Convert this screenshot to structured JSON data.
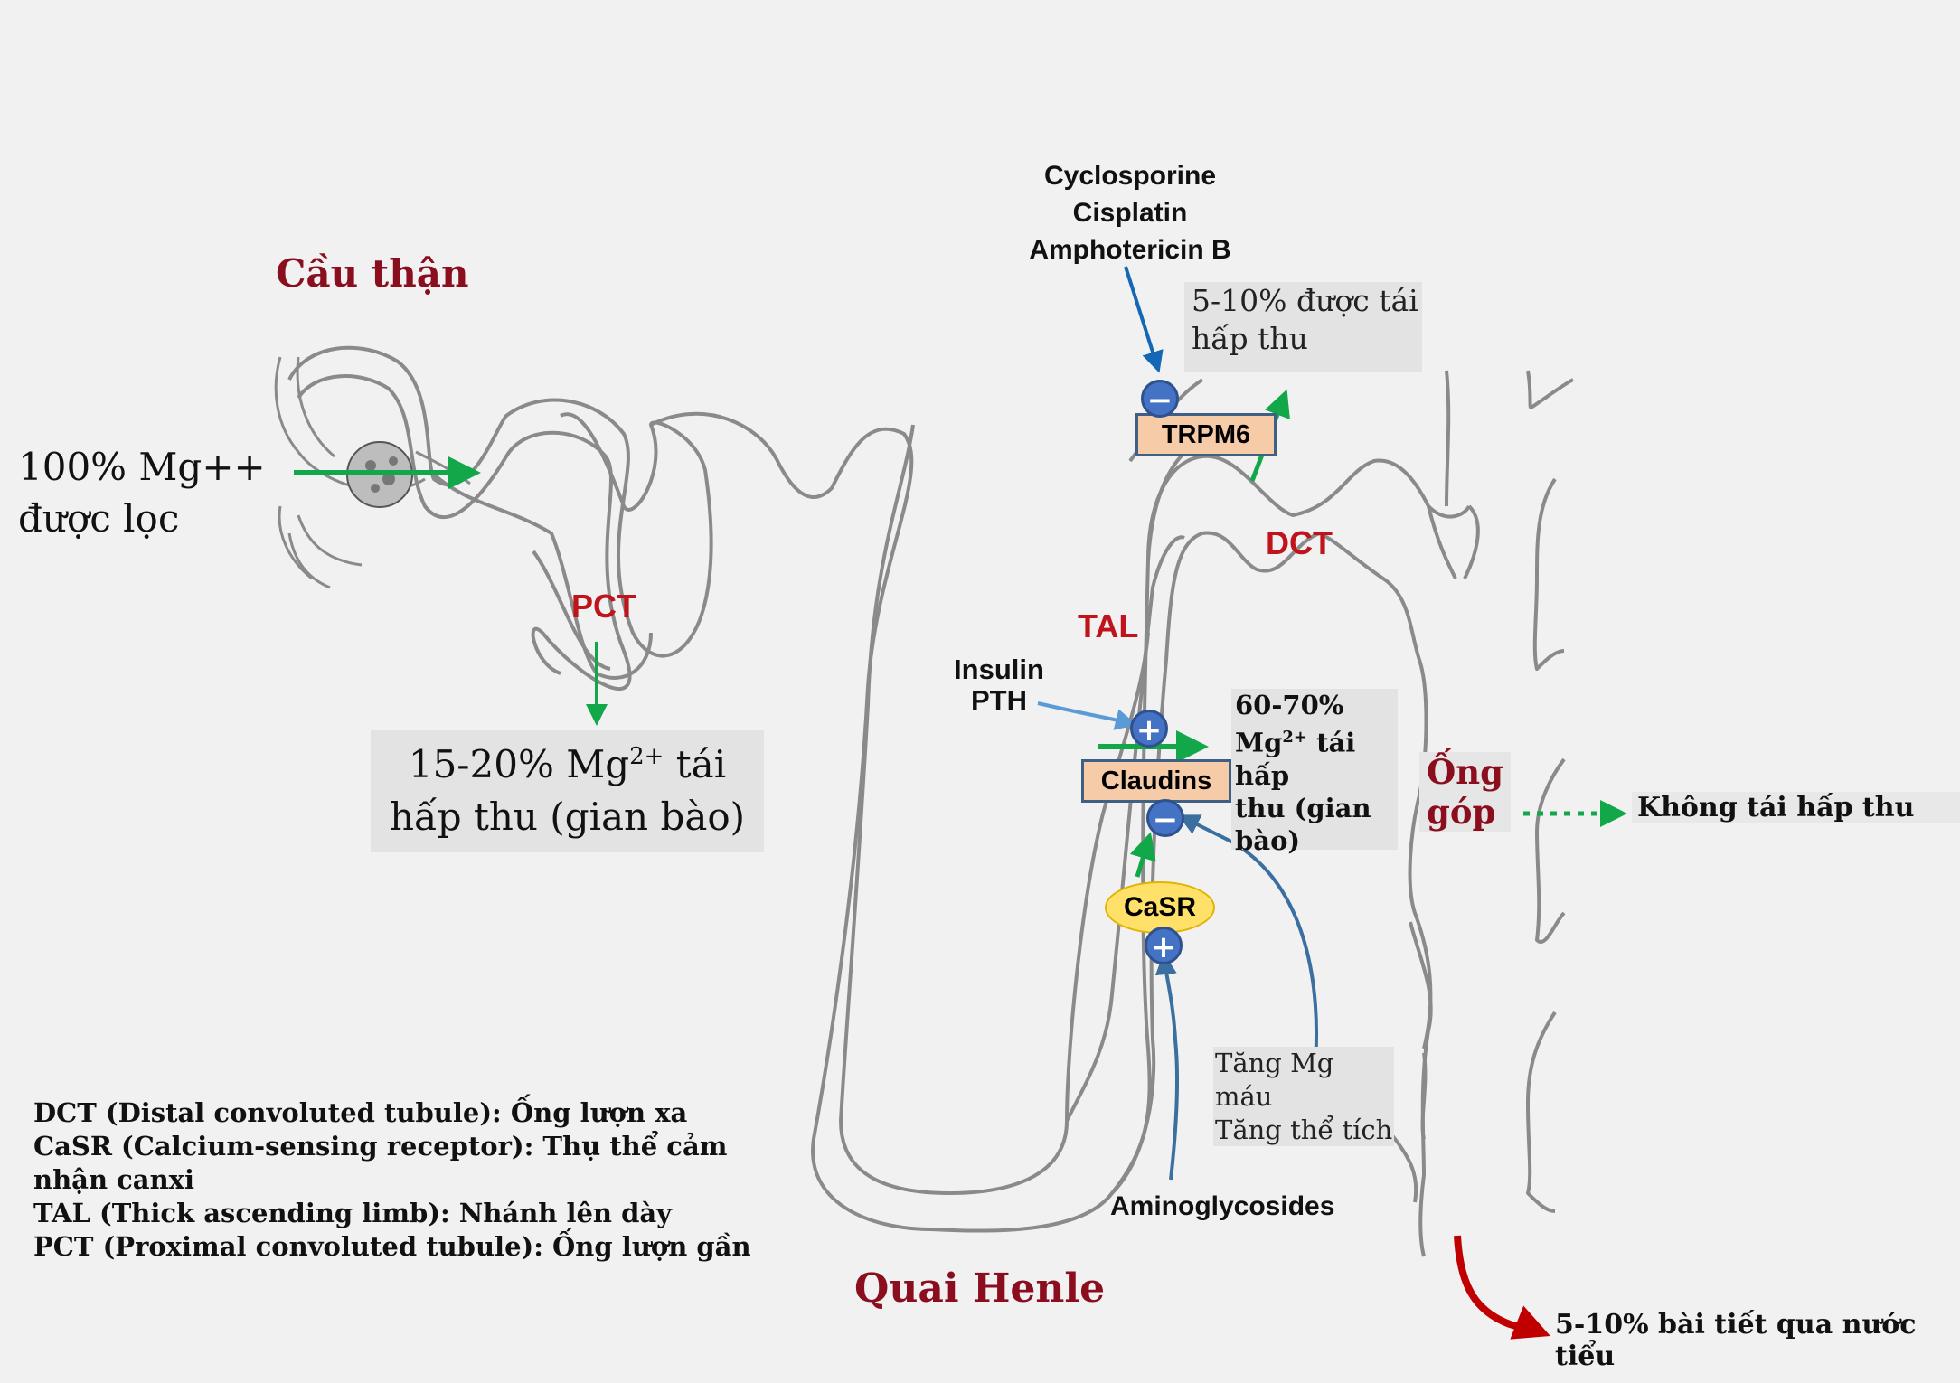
{
  "title_glomerulus": "Cầu thận",
  "filtered": {
    "line1": "100% Mg++",
    "line2": "được lọc"
  },
  "pct": {
    "label": "PCT",
    "reabsorb_line1": "15-20% Mg",
    "reabsorb_sup": "2+",
    "reabsorb_tail": " tái",
    "reabsorb_line2": "hấp thu (gian bào)"
  },
  "drugs_top": {
    "line1": "Cyclosporine",
    "line2": "Cisplatin",
    "line3": "Amphotericin B"
  },
  "dct": {
    "label": "DCT",
    "reabsorb_line1": "5-10% được tái",
    "reabsorb_line2": "hấp thu",
    "channel": "TRPM6",
    "channel_sign": "−"
  },
  "tal": {
    "label": "TAL",
    "stimulators_line1": "Insulin",
    "stimulators_line2": "PTH",
    "plus_sign": "+",
    "claudins": "Claudins",
    "minus_sign": "−",
    "casr": "CaSR",
    "casr_plus": "+",
    "reabsorb_line1": "60-70%",
    "reabsorb_mg": "Mg",
    "reabsorb_sup": "2+",
    "reabsorb_tail": " tái hấp",
    "reabsorb_line3": "thu (gian",
    "reabsorb_line4": "bào)"
  },
  "triggers": {
    "line1": "Tăng Mg máu",
    "line2": "Tăng thể tích"
  },
  "aminoglycosides": "Aminoglycosides",
  "collecting_duct": {
    "line1": "Ống",
    "line2": "góp",
    "no_reabsorb": "Không tái hấp thu"
  },
  "loop_henle": "Quai Henle",
  "excretion": "5-10% bài tiết qua nước tiểu",
  "legend": [
    "DCT (Distal convoluted tubule): Ống lượn xa",
    "CaSR (Calcium-sensing receptor): Thụ thể cảm",
    "nhận canxi",
    "TAL (Thick ascending limb): Nhánh lên dày",
    "PCT (Proximal convoluted tubule): Ống lượn gần"
  ],
  "colors": {
    "green_arrow": "#12a84a",
    "blue_arrow": "#1467b5",
    "light_blue_arrow": "#5b9bd5",
    "dark_blue_arrow": "#3a6fa0",
    "red_arrow": "#c00000",
    "maroon_text": "#8b0e1e",
    "tubule": "#8a8a8a"
  }
}
